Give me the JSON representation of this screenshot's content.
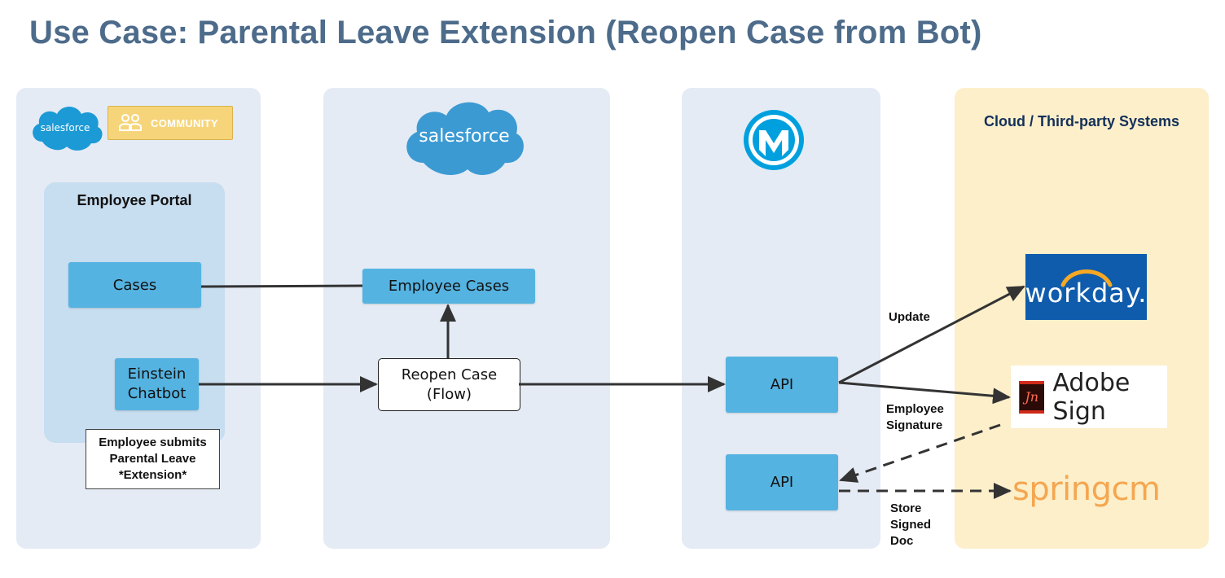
{
  "title": "Use Case: Parental Leave Extension (Reopen Case from Bot)",
  "colors": {
    "title": "#4d6b8a",
    "panel_blue": "#e4ebf5",
    "panel_yellow": "#fcefca",
    "box_blue": "#55b3e1",
    "salesforce_blue": "#1798c1",
    "mulesoft_blue": "#00a0df",
    "workday_blue": "#0f5cad",
    "adobe_red": "#cf2a1a",
    "springcm_orange": "#f5a650"
  },
  "lanes": {
    "community": {
      "salesforce_logo_text": "salesforce",
      "community_badge_label": "COMMUNITY",
      "portal_title": "Employee Portal",
      "cases_box": "Cases",
      "chatbot_box_line1": "Einstein",
      "chatbot_box_line2": "Chatbot",
      "note_line1": "Employee submits",
      "note_line2": "Parental Leave",
      "note_line3": "*Extension*"
    },
    "salesforce": {
      "logo_text": "salesforce",
      "employee_cases_box": "Employee Cases",
      "flow_box_line1": "Reopen Case",
      "flow_box_line2": "(Flow)"
    },
    "mulesoft": {
      "logo_icon": "mulesoft-icon",
      "api_box_1": "API",
      "api_box_2": "API"
    },
    "thirdparty": {
      "title": "Cloud / Third-party Systems",
      "workday_text": "workday.",
      "adobe_text": "Adobe Sign",
      "springcm_text": "springcm"
    }
  },
  "edge_labels": {
    "update": "Update",
    "signature_line1": "Employee",
    "signature_line2": "Signature",
    "store_line1": "Store",
    "store_line2": "Signed",
    "store_line3": "Doc"
  }
}
